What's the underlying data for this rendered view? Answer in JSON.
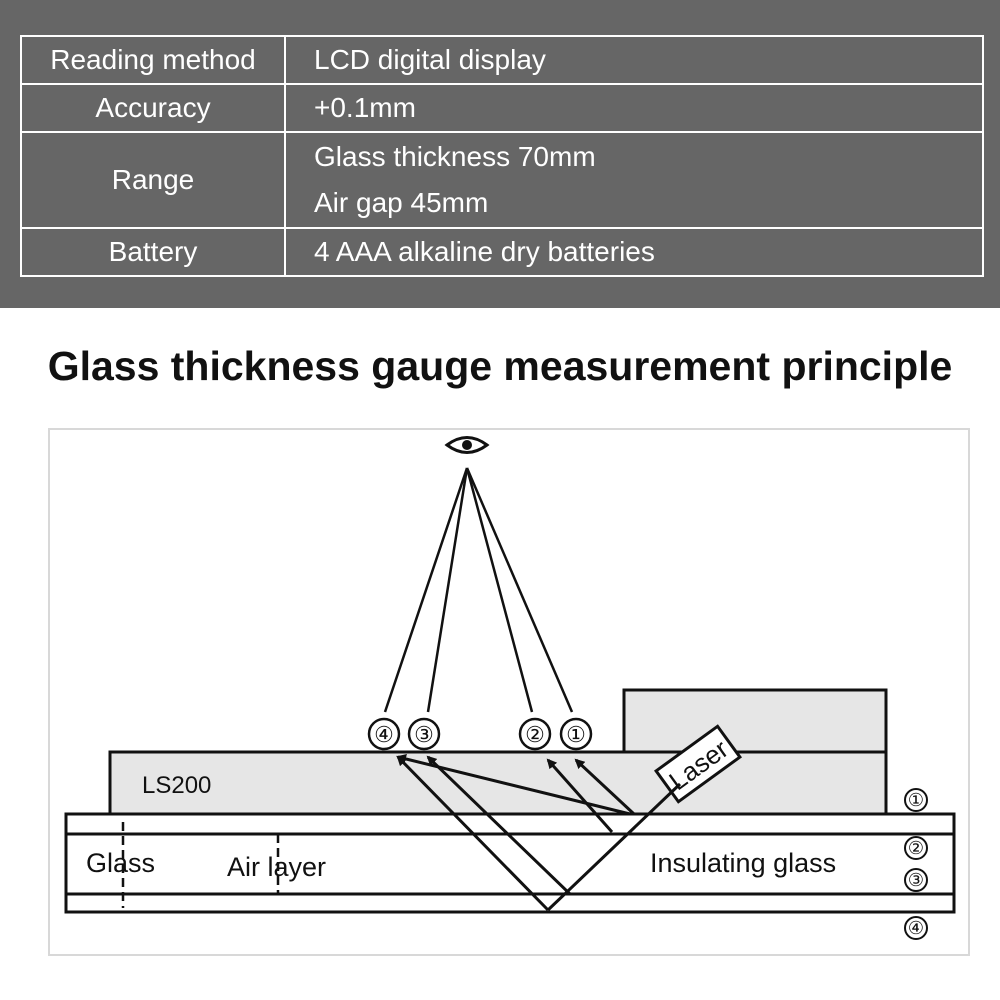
{
  "specs": [
    {
      "label": "Reading method",
      "value": [
        "LCD digital display"
      ]
    },
    {
      "label": "Accuracy",
      "value": [
        "+0.1mm"
      ]
    },
    {
      "label": "Range",
      "value": [
        "Glass thickness 70mm",
        "Air gap 45mm"
      ]
    },
    {
      "label": "Battery",
      "value": [
        "4 AAA alkaline dry batteries"
      ]
    }
  ],
  "title": "Glass thickness gauge measurement principle",
  "diagram": {
    "device_label": "LS200",
    "laser_label": "Laser",
    "glass_label": "Glass",
    "air_layer_label": "Air layer",
    "insulating_glass_label": "Insulating glass",
    "reflection_markers": [
      "④",
      "③",
      "②",
      "①"
    ],
    "surface_markers": [
      "①",
      "②",
      "③",
      "④"
    ],
    "eye_icon": "eye-icon"
  }
}
